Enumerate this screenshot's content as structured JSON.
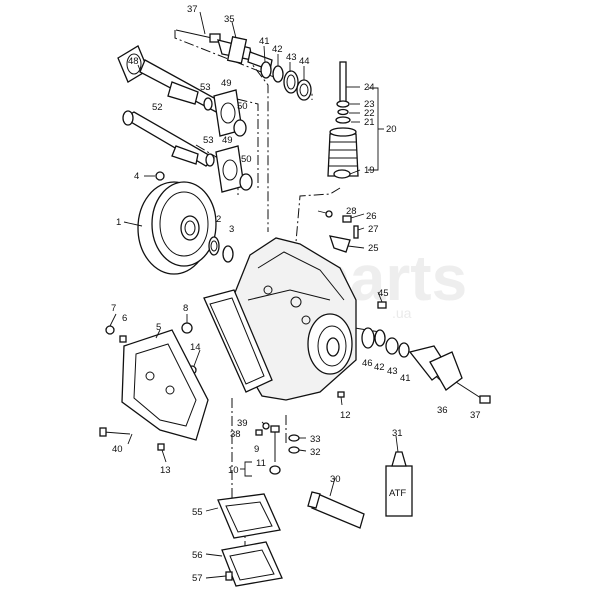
{
  "watermark": {
    "main": "Xparts",
    "sub": ".ua"
  },
  "bottle_label": "ATF",
  "callouts": [
    "37",
    "35",
    "41",
    "42",
    "43",
    "44",
    "48",
    "24",
    "53",
    "49",
    "50",
    "23",
    "22",
    "21",
    "20",
    "52",
    "53",
    "49",
    "50",
    "19",
    "4",
    "1",
    "2",
    "3",
    "28",
    "26",
    "27",
    "25",
    "45",
    "7",
    "6",
    "5",
    "8",
    "14",
    "46",
    "42",
    "43",
    "41",
    "12",
    "36",
    "37",
    "39",
    "38",
    "9",
    "33",
    "32",
    "40",
    "13",
    "10",
    "11",
    "31",
    "30",
    "55",
    "56",
    "57"
  ]
}
